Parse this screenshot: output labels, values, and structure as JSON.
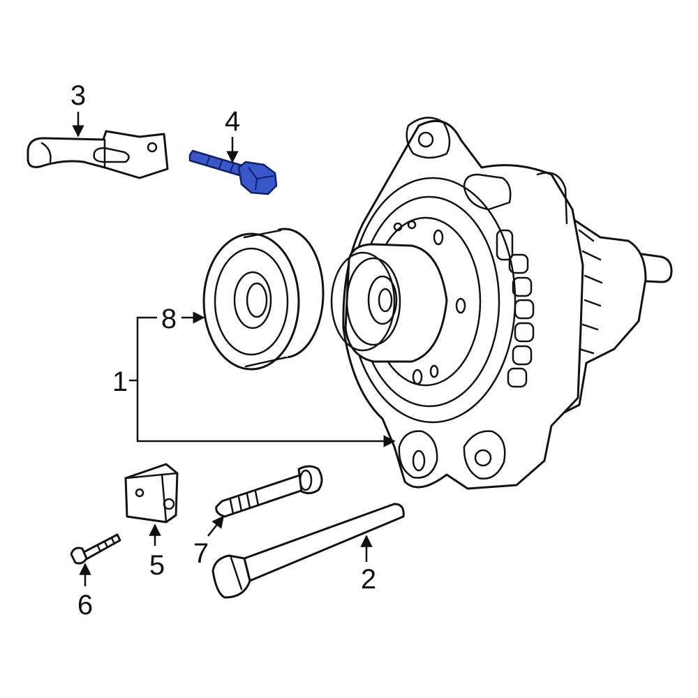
{
  "callouts": {
    "c1": "1",
    "c2": "2",
    "c3": "3",
    "c4": "4",
    "c5": "5",
    "c6": "6",
    "c7": "7",
    "c8": "8"
  },
  "colors": {
    "highlight": "#3a57c9",
    "highlight_outline": "#0d1f6e",
    "line": "#111111",
    "background": "#ffffff"
  },
  "highlighted_callout": "4"
}
